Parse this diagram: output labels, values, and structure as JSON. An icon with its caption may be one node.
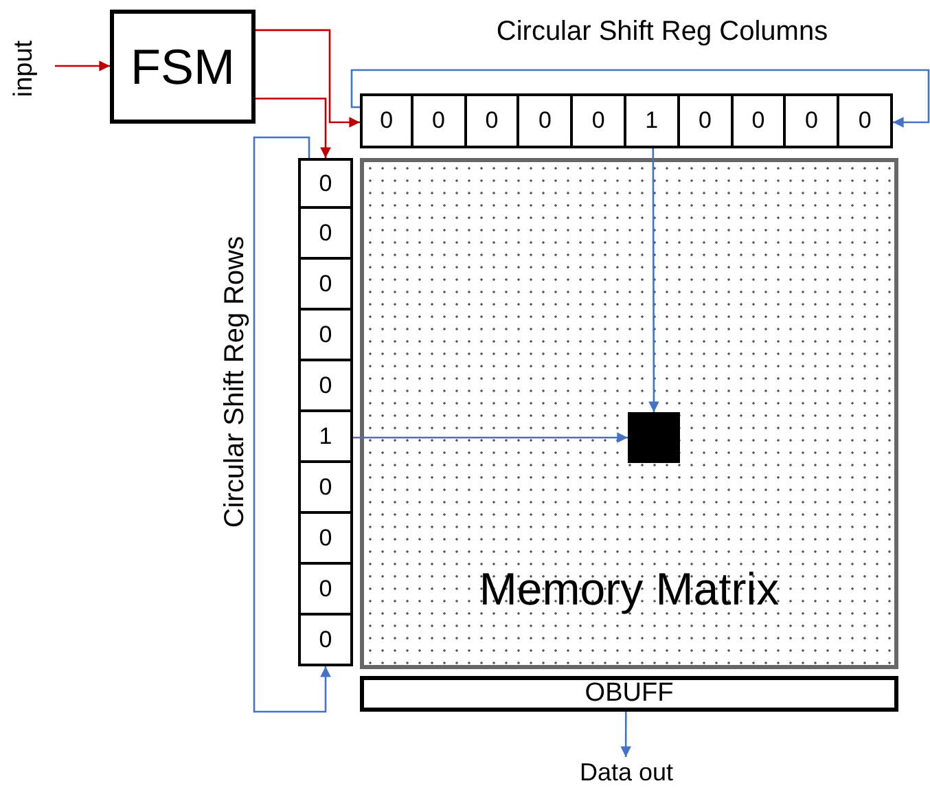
{
  "diagram": {
    "nodes": [
      {
        "text": [
          "input"
        ]
      },
      {
        "text": [
          "FSM"
        ]
      },
      {
        "text": [],
        "shape": "box"
      },
      {
        "text": [
          "0"
        ],
        "in": 2
      },
      {
        "text": [
          "0"
        ],
        "in": 2
      },
      {
        "text": [
          "0"
        ],
        "in": 2
      },
      {
        "text": [
          "0"
        ],
        "in": 2
      },
      {
        "text": [
          "0"
        ],
        "in": 2
      },
      {
        "text": [
          "1"
        ],
        "in": 2
      },
      {
        "text": [
          "0"
        ],
        "in": 2
      },
      {
        "text": [
          "0"
        ],
        "in": 2
      },
      {
        "text": [
          "0"
        ],
        "in": 2
      },
      {
        "text": [
          "0"
        ],
        "in": 2
      },
      {
        "text": [],
        "shape": "box"
      },
      {
        "text": [
          "0"
        ],
        "in": 13
      },
      {
        "text": [
          "0"
        ],
        "in": 13
      },
      {
        "text": [
          "0"
        ],
        "in": 13
      },
      {
        "text": [
          "0"
        ],
        "in": 13
      },
      {
        "text": [
          "0"
        ],
        "in": 13
      },
      {
        "text": [
          "1"
        ],
        "in": 13
      },
      {
        "text": [
          "0"
        ],
        "in": 13
      },
      {
        "text": [
          "0"
        ],
        "in": 13
      },
      {
        "text": [
          "0"
        ],
        "in": 13
      },
      {
        "text": [
          "0"
        ],
        "in": 13
      },
      {
        "text": [
          "Memory Matrix"
        ]
      },
      {
        "text": [],
        "shape": "box",
        "in": 24
      },
      {
        "text": [
          "OBUFF"
        ]
      },
      {
        "text": [
          "Data out"
        ]
      }
    ],
    "edges": [
      {
        "from": 0,
        "to": 1,
        "arrow": "to",
        "color": "#c00000"
      },
      {
        "from": 1,
        "to": 2,
        "arrow": "to",
        "color": "#c00000"
      },
      {
        "from": 1,
        "to": 13,
        "arrow": "to",
        "color": "#c00000"
      },
      {
        "from": 3,
        "to": 12,
        "arrow": "to"
      },
      {
        "from": 14,
        "to": 23,
        "arrow": "to"
      },
      {
        "from": 8,
        "to": 25,
        "arrow": "to"
      },
      {
        "from": 19,
        "to": 25,
        "arrow": "to"
      },
      {
        "from": 26,
        "to": 27,
        "arrow": "to"
      }
    ],
    "labels": [
      "Circular Shift Reg Columns",
      "Circular Shift Reg Rows"
    ]
  }
}
